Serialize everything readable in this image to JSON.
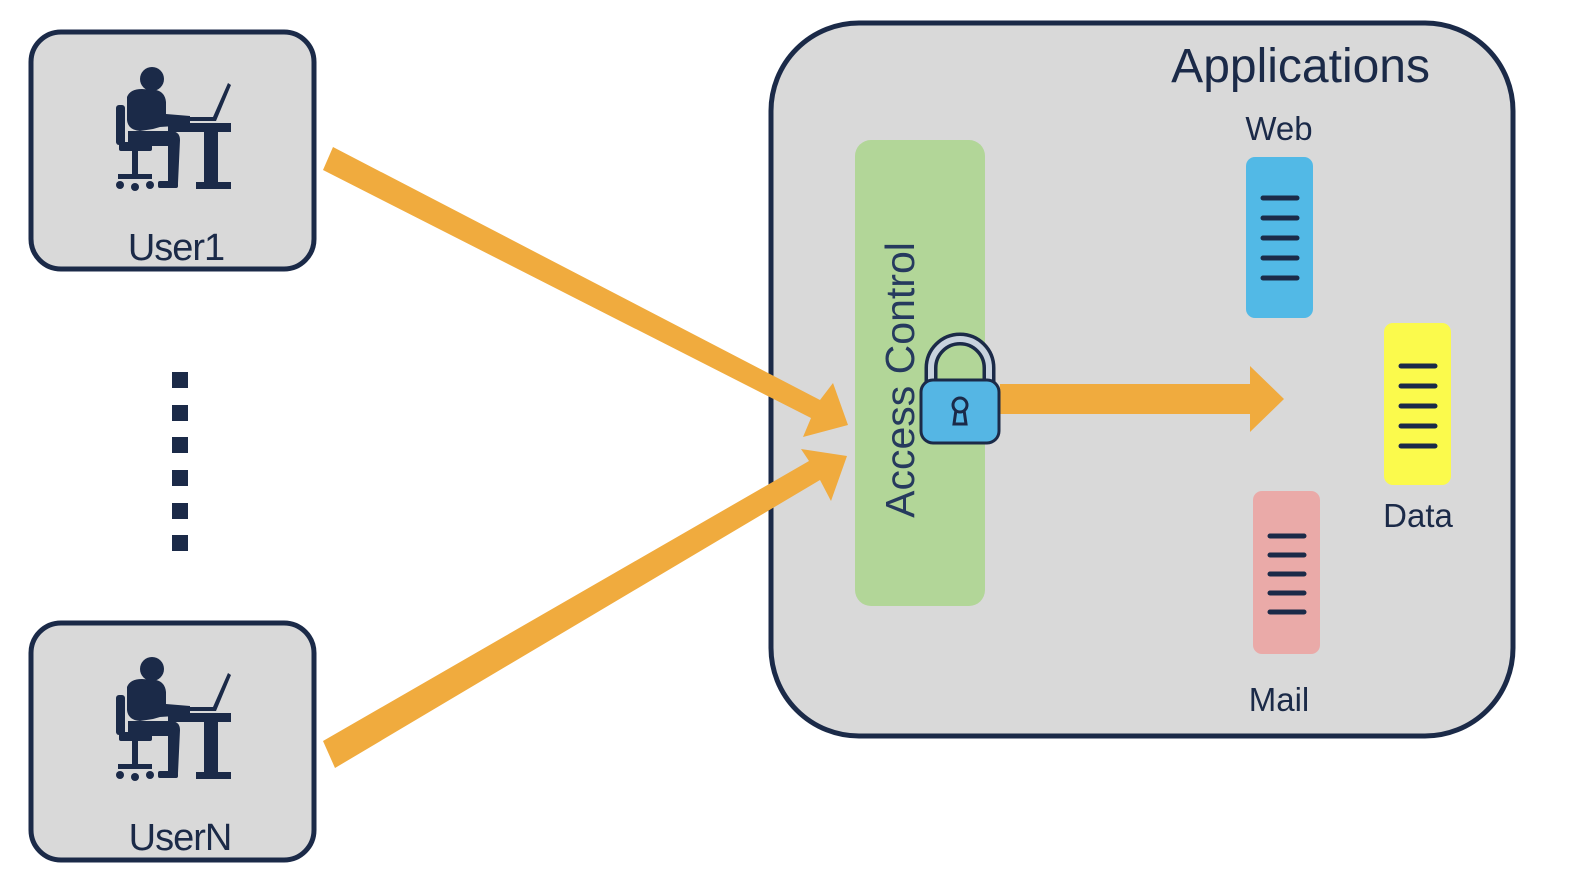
{
  "diagram": {
    "users": [
      {
        "label": "User1",
        "icon": "person-at-desk-icon"
      },
      {
        "label": "UserN",
        "icon": "person-at-desk-icon"
      }
    ],
    "ellipsis_icon": "vertical-dotted-line",
    "applications": {
      "title": "Applications",
      "gateway": {
        "label": "Access Control",
        "icon": "padlock-icon"
      },
      "servers": [
        {
          "label": "Web",
          "color": "#52b9e6"
        },
        {
          "label": "Data",
          "color": "#fbfa4c"
        },
        {
          "label": "Mail",
          "color": "#eaaaa8"
        }
      ]
    },
    "colors": {
      "box_border": "#1b2a48",
      "box_fill": "#d9d9d9",
      "arrow": "#f0ab3e",
      "access_control": "#b2d698",
      "lock_body": "#55b6e4"
    }
  }
}
